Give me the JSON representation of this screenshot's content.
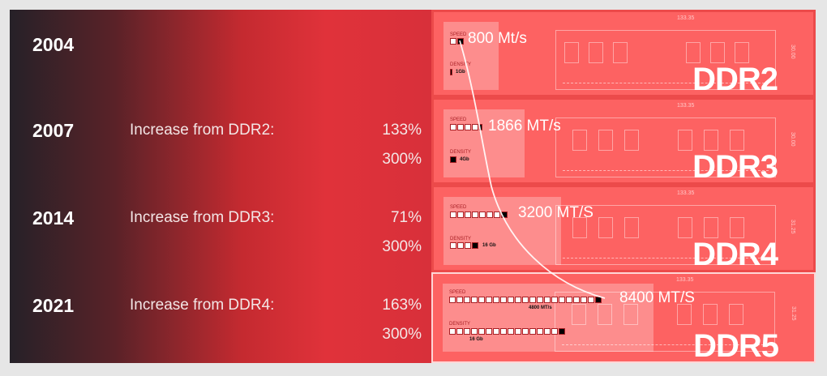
{
  "timeline": [
    {
      "year": "2004"
    },
    {
      "year": "2007",
      "increase_label": "Increase from DDR2:",
      "speed_pct": "133%",
      "density_pct": "300%"
    },
    {
      "year": "2014",
      "increase_label": "Increase from DDR3:",
      "speed_pct": "71%",
      "density_pct": "300%"
    },
    {
      "year": "2021",
      "increase_label": "Increase from DDR4:",
      "speed_pct": "163%",
      "density_pct": "300%"
    }
  ],
  "modules": [
    {
      "name": "DDR2",
      "speed": "800 Mt/s",
      "density": "1Gb",
      "width_mm": "133.35",
      "height_mm": "30.00",
      "speed_label": "SPEED",
      "density_label": "DENSITY"
    },
    {
      "name": "DDR3",
      "speed": "1866 MT/s",
      "density": "4Gb",
      "width_mm": "133.35",
      "height_mm": "30.00",
      "speed_label": "SPEED",
      "density_label": "DENSITY"
    },
    {
      "name": "DDR4",
      "speed": "3200 MT/S",
      "density": "16 Gb",
      "width_mm": "133.35",
      "height_mm": "31.25",
      "speed_label": "SPEED",
      "density_label": "DENSITY"
    },
    {
      "name": "DDR5",
      "speed": "8400 MT/S",
      "density": "16 Gb",
      "speed_marker": "4800 MT/s",
      "width_mm": "133.35",
      "height_mm": "31.25",
      "speed_label": "SPEED",
      "density_label": "DENSITY"
    }
  ]
}
